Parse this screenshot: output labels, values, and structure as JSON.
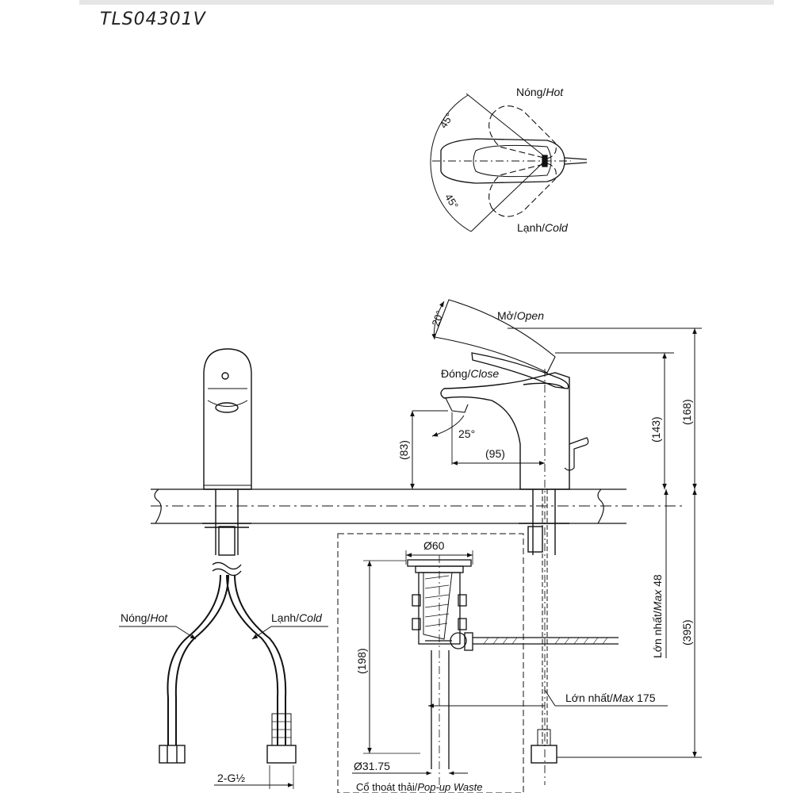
{
  "model": "TLS04301V",
  "rotation": {
    "hot": "Nóng/",
    "hot_en": "Hot",
    "cold": "Lạnh/",
    "cold_en": "Cold",
    "angle_top": "45°",
    "angle_bottom": "45°"
  },
  "side": {
    "open": "Mở/",
    "open_en": "Open",
    "close": "Đóng/",
    "close_en": "Close",
    "angle_open": "20°",
    "angle_spout": "25°",
    "dim_143": "(143)",
    "dim_168": "(168)",
    "dim_83": "(83)",
    "dim_95": "(95)",
    "dim_395": "(395)",
    "max48_vi": "Lớn nhất/",
    "max48_en": "Max",
    "max48_val": " 48",
    "max175_vi": "Lớn nhất/",
    "max175_en": "Max",
    "max175_val": " 175"
  },
  "front": {
    "hot": "Nóng/",
    "hot_en": "Hot",
    "cold": "Lạnh/",
    "cold_en": "Cold",
    "thread": "2-G½"
  },
  "waste": {
    "dia60": "Ø60",
    "dim198": "(198)",
    "dia3175": "Ø31.75",
    "label_vi": "Cổ thoát thải/",
    "label_en": "Pop-up Waste"
  }
}
